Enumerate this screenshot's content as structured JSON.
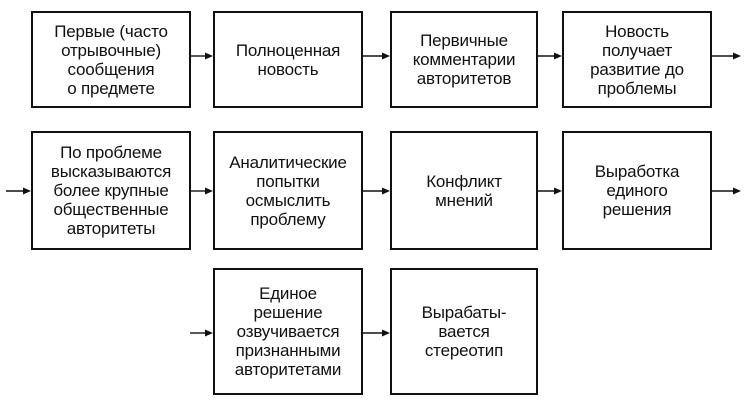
{
  "diagram": {
    "boxes": [
      {
        "id": "b1",
        "text": "Первые (часто\nотрывочные)\nсообщения\nо предмете"
      },
      {
        "id": "b2",
        "text": "Полноценная\nновость"
      },
      {
        "id": "b3",
        "text": "Первичные\nкомментарии\nавторитетов"
      },
      {
        "id": "b4",
        "text": "Новость\nполучает\nразвитие до\nпроблемы"
      },
      {
        "id": "b5",
        "text": "По проблеме\nвысказываются\nболее крупные\nобщественные\nавторитеты"
      },
      {
        "id": "b6",
        "text": "Аналитические\nпопытки\nосмыслить\nпроблему"
      },
      {
        "id": "b7",
        "text": "Конфликт\nмнений"
      },
      {
        "id": "b8",
        "text": "Выработка\nединого\nрешения"
      },
      {
        "id": "b9",
        "text": "Единое\nрешение\nозвучивается\nпризнанными\nавторитетами"
      },
      {
        "id": "b10",
        "text": "Вырабаты-\nвается\nстереотип"
      }
    ]
  }
}
